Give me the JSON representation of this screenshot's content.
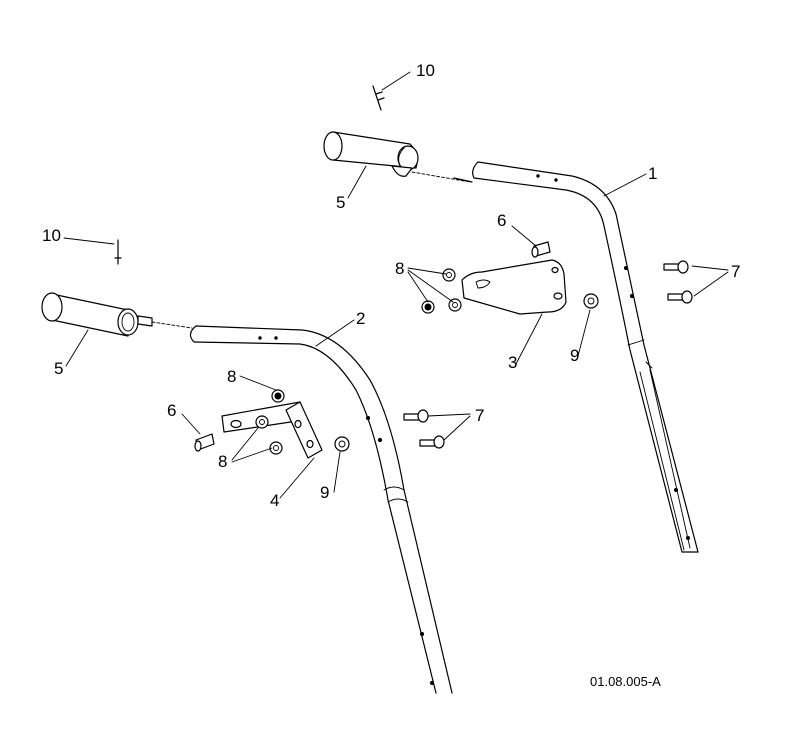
{
  "callouts": {
    "upper_grip_pin": "10",
    "upper_grip": "5",
    "right_handle": "1",
    "upper_screw": "6",
    "upper_washers": "8",
    "upper_bracket": "3",
    "upper_washer_single": "9",
    "upper_bolts": "7",
    "left_grip_pin": "10",
    "left_grip": "5",
    "left_handle": "2",
    "lower_washer_top": "8",
    "lower_screw": "6",
    "lower_washers": "8",
    "lower_bracket": "4",
    "lower_washer_single": "9",
    "lower_bolts": "7"
  },
  "figure_code": "01.08.005-A"
}
